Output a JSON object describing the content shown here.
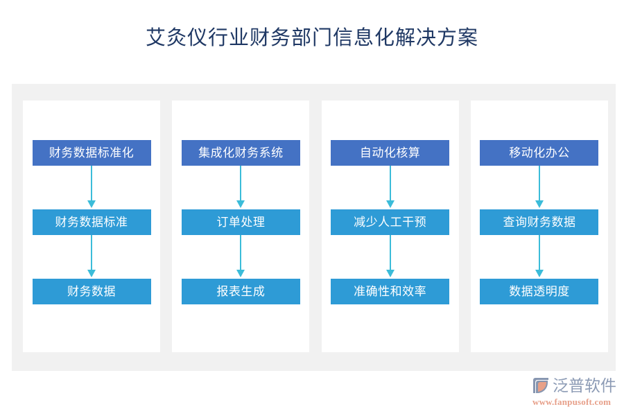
{
  "page": {
    "title": "艾灸仪行业财务部门信息化解决方案",
    "background_color": "#ffffff",
    "title_color": "#1f3864"
  },
  "diagram": {
    "frame_color": "#f1f1f1",
    "card_color": "#ffffff",
    "arrow_color": "#3bbcd9",
    "level_colors": [
      "#4472c4",
      "#2e9bd6",
      "#2e9bd6"
    ],
    "columns": [
      {
        "id": "column-standardization",
        "nodes": [
          {
            "label": "财务数据标准化"
          },
          {
            "label": "财务数据标准"
          },
          {
            "label": "财务数据"
          }
        ]
      },
      {
        "id": "column-integrated-system",
        "nodes": [
          {
            "label": "集成化财务系统"
          },
          {
            "label": "订单处理"
          },
          {
            "label": "报表生成"
          }
        ]
      },
      {
        "id": "column-automated-accounting",
        "nodes": [
          {
            "label": "自动化核算"
          },
          {
            "label": "减少人工干预"
          },
          {
            "label": "准确性和效率"
          }
        ]
      },
      {
        "id": "column-mobile-office",
        "nodes": [
          {
            "label": "移动化办公"
          },
          {
            "label": "查询财务数据"
          },
          {
            "label": "数据透明度"
          }
        ]
      }
    ]
  },
  "logo": {
    "mark_icon": "fanpu-logo-icon",
    "name": "泛普软件",
    "url": "www.fanpusoft.com",
    "name_color": "#8c9bb5",
    "url_color": "#e7a08a",
    "mark_colors": [
      "#8796b0",
      "#e8a188"
    ]
  }
}
